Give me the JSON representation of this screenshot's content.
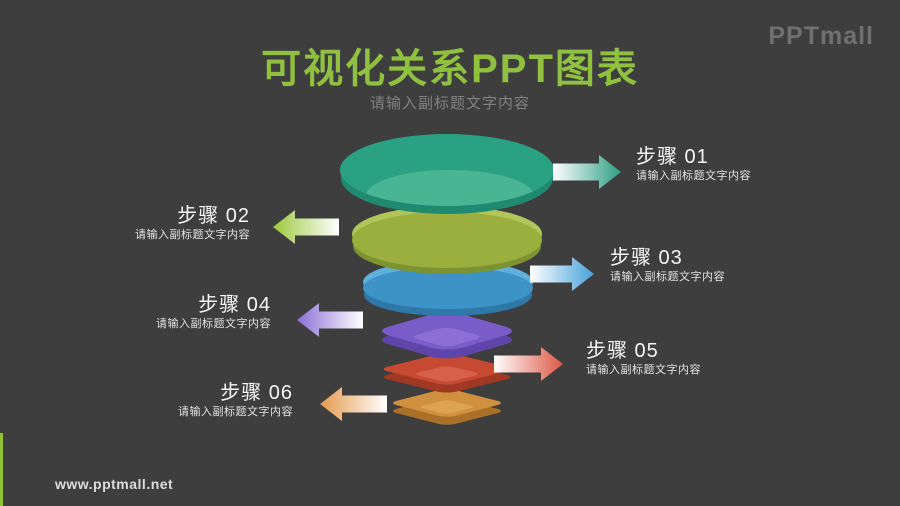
{
  "page": {
    "background": "#3e3e3e"
  },
  "brand": {
    "logo": "PPTmall",
    "website": "www.pptmall.net",
    "accent_color": "#8fc03f"
  },
  "header": {
    "title": "可视化关系PPT图表",
    "title_color": "#8fc03f",
    "subtitle": "请输入副标题文字内容",
    "subtitle_color": "#828282"
  },
  "diagram": {
    "layers": [
      {
        "name": "teal",
        "shape": "ellipse",
        "face": "#2ba183",
        "side": "#1f8a70",
        "inner": "#49b592"
      },
      {
        "name": "green",
        "shape": "ellipse",
        "face": "#9aaf3d",
        "side": "#7d9230",
        "inner": "#b2c55a"
      },
      {
        "name": "blue",
        "shape": "ellipse",
        "face": "#3e93c6",
        "side": "#2e79a8",
        "inner": "#5fb0dd"
      },
      {
        "name": "purple",
        "shape": "diamond",
        "face": "#7a5cc9",
        "side": "#5f45aa",
        "inner": "#8d6ed4"
      },
      {
        "name": "red",
        "shape": "diamond",
        "face": "#c64a32",
        "side": "#a03824",
        "inner": "#d6604a"
      },
      {
        "name": "orange",
        "shape": "diamond",
        "face": "#cf9140",
        "side": "#aa7028",
        "inner": "#dba353"
      }
    ]
  },
  "steps": [
    {
      "label": "步骤 01",
      "desc": "请输入副标题文字内容",
      "side": "right",
      "arrow_color": "#2f9e85"
    },
    {
      "label": "步骤 02",
      "desc": "请输入副标题文字内容",
      "side": "left",
      "arrow_color": "#9cc83c"
    },
    {
      "label": "步骤 03",
      "desc": "请输入副标题文字内容",
      "side": "right",
      "arrow_color": "#47a2da"
    },
    {
      "label": "步骤 04",
      "desc": "请输入副标题文字内容",
      "side": "left",
      "arrow_color": "#8a6fd6"
    },
    {
      "label": "步骤 05",
      "desc": "请输入副标题文字内容",
      "side": "right",
      "arrow_color": "#dd5743"
    },
    {
      "label": "步骤 06",
      "desc": "请输入副标题文字内容",
      "side": "left",
      "arrow_color": "#e59a4e"
    }
  ]
}
